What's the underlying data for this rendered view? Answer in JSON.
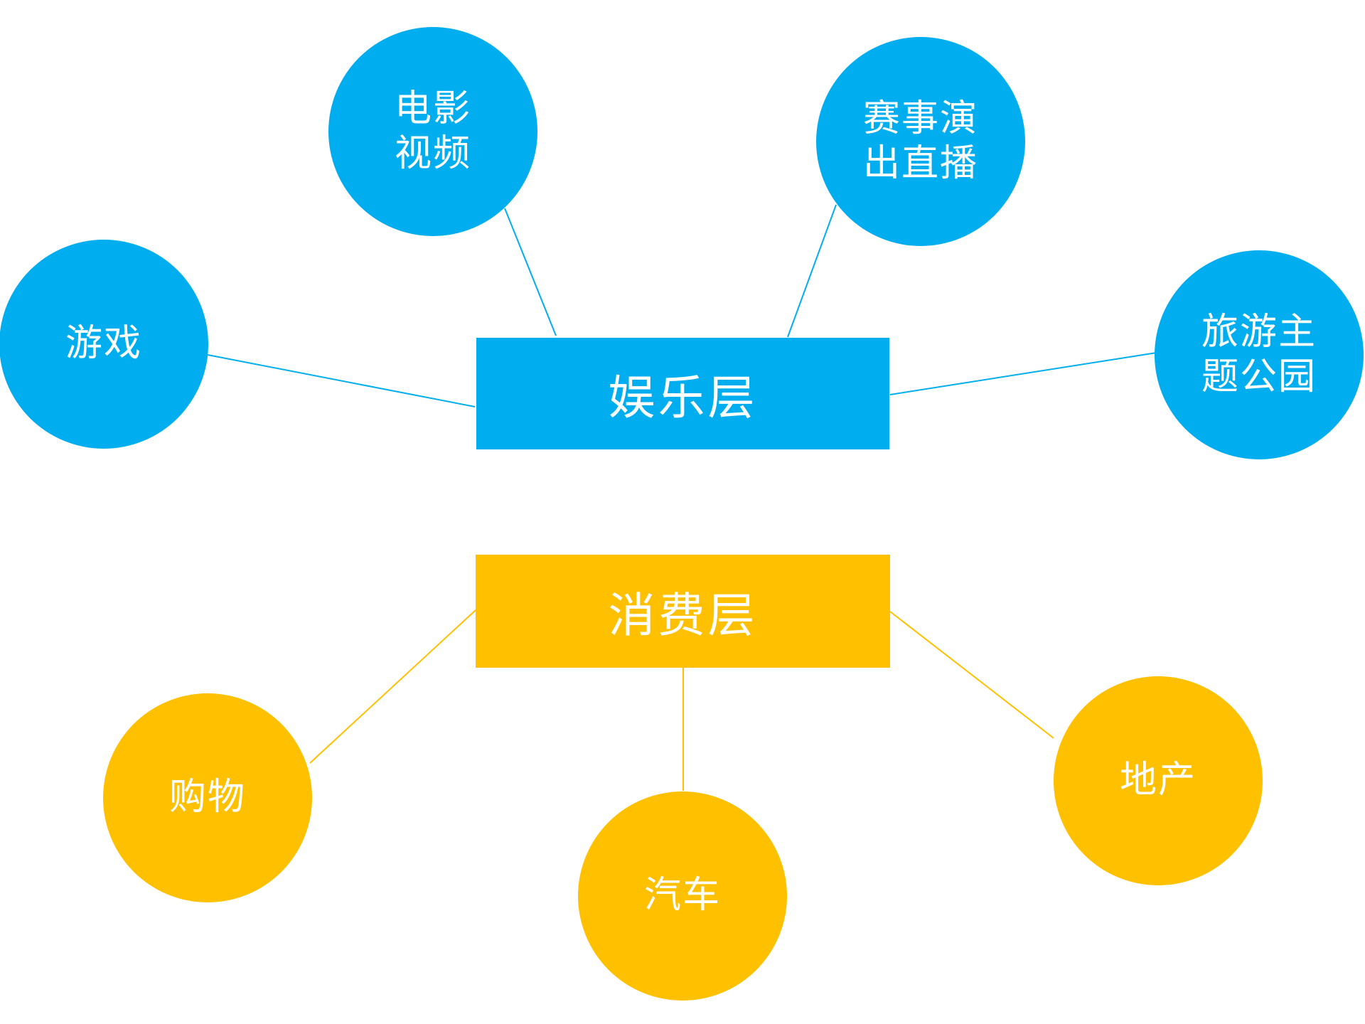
{
  "colors": {
    "blue": "#00AEEF",
    "gold": "#FFC000",
    "label_text": "#FFFFFF",
    "background": "#FFFFFF"
  },
  "hubs": {
    "entertainment": {
      "label": "娱乐层"
    },
    "consumption": {
      "label": "消费层"
    }
  },
  "entertainment_nodes": {
    "games": {
      "label": "游戏"
    },
    "movies_video": {
      "label": "电影\n视频"
    },
    "events_live": {
      "label": "赛事演\n出直播"
    },
    "travel_theme_park": {
      "label": "旅游主\n题公园"
    }
  },
  "consumption_nodes": {
    "shopping": {
      "label": "购物"
    },
    "cars": {
      "label": "汽车"
    },
    "real_estate": {
      "label": "地产"
    }
  }
}
